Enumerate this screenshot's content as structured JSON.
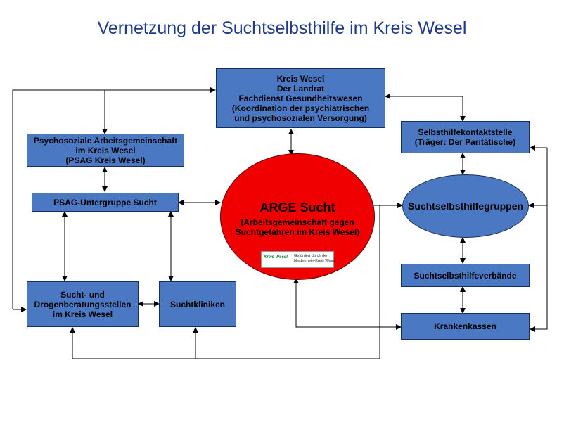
{
  "title": "Vernetzung der Suchtselbsthilfe im Kreis Wesel",
  "nodes": {
    "kreis_wesel": [
      "Kreis Wesel",
      "Der Landrat",
      "Fachdienst Gesundheitswesen",
      "(Koordination der psychiatrischen",
      "und psychosozialen Versorgung)"
    ],
    "psag": [
      "Psychosoziale Arbeitsgemeinschaft",
      "im Kreis Wesel",
      "(PSAG Kreis Wesel)"
    ],
    "psag_ug": "PSAG-Untergruppe Sucht",
    "beratung": [
      "Sucht- und",
      "Drogenberatungsstellen",
      "im Kreis Wesel"
    ],
    "kliniken": "Suchtkliniken",
    "kontakt": [
      "Selbsthilfekontaktstelle",
      "(Träger: Der Paritätische)"
    ],
    "gruppen": "Suchtselbsthilfegruppen",
    "verbaende": "Suchtselbsthilfeverbände",
    "kassen": "Krankenkassen"
  },
  "arge": {
    "title": "ARGE Sucht",
    "subtitle": [
      "(Arbeitsgemeinschaft gegen",
      "Suchtgefahren im Kreis Wesel)"
    ],
    "logo_left": "Kreis Wesel",
    "logo_right": [
      "Gefördert durch den",
      "Niederrhein-Kreis Wesel"
    ]
  },
  "colors": {
    "box": "#4a78c2",
    "arge": "#f00000",
    "title": "#1f3a8a"
  }
}
